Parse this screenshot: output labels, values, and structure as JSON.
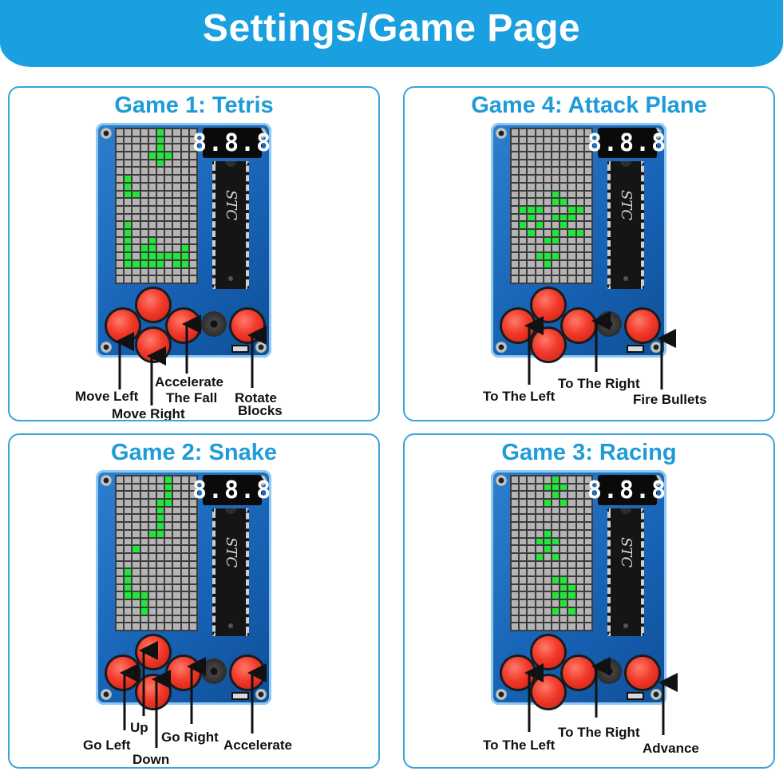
{
  "banner": {
    "title": "Settings/Game Page"
  },
  "colors": {
    "banner": "#1a9fe0",
    "title": "#1f9bd8",
    "lit_pixel": "#22e63a",
    "button": "#f23a2a",
    "board": "#1763b6"
  },
  "device": {
    "display": "8.8.8",
    "chip_label": "STC"
  },
  "panels": [
    {
      "title": "Game 1: Tetris",
      "labels": {
        "move_left": "Move Left",
        "move_right": "Move Right",
        "accelerate": "Accelerate",
        "the_fall": "The Fall",
        "rotate": "Rotate",
        "blocks": "Blocks"
      }
    },
    {
      "title": "Game 4: Attack Plane",
      "labels": {
        "to_the_left": "To The Left",
        "to_the_right": "To The Right",
        "fire_bullets": "Fire Bullets"
      }
    },
    {
      "title": "Game 2: Snake",
      "labels": {
        "go_left": "Go Left",
        "up": "Up",
        "down": "Down",
        "go_right": "Go Right",
        "accelerate": "Accelerate"
      }
    },
    {
      "title": "Game 3: Racing",
      "labels": {
        "to_the_left": "To The Left",
        "to_the_right": "To The Right",
        "advance": "Advance"
      }
    }
  ]
}
